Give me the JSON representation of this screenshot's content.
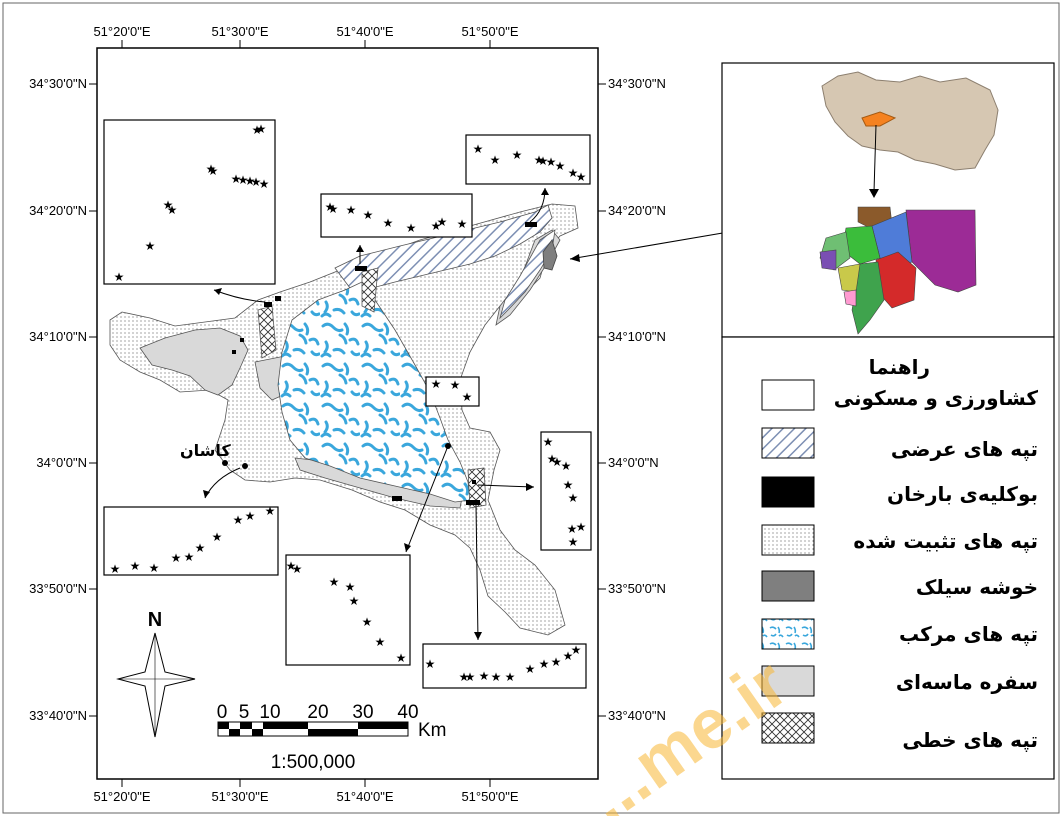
{
  "map": {
    "scale": "1:500,000",
    "scale_unit": "Km",
    "scale_ticks": [
      "0",
      "5",
      "10",
      "20",
      "30",
      "40"
    ],
    "north": "N",
    "city_label": "کاشان",
    "lon_ticks": [
      "51°20'0\"E",
      "51°30'0\"E",
      "51°40'0\"E",
      "51°50'0\"E"
    ],
    "lat_ticks": [
      "34°30'0\"N",
      "34°20'0\"N",
      "34°10'0\"N",
      "34°0'0\"N",
      "33°50'0\"N",
      "33°40'0\"N"
    ]
  },
  "legend": {
    "title": "راهنما",
    "items": [
      {
        "label": "کشاورزی و مسکونی",
        "pattern": "empty"
      },
      {
        "label": "تپه های عرضی",
        "pattern": "hatch"
      },
      {
        "label": "بوکلیه‌ی بارخان",
        "pattern": "black"
      },
      {
        "label": "تپه های تثبیت شده",
        "pattern": "dots"
      },
      {
        "label": "خوشه سیلک",
        "pattern": "dark-gray"
      },
      {
        "label": "تپه های مرکب",
        "pattern": "blue-worms"
      },
      {
        "label": "سفره ماسه‌ای",
        "pattern": "light-gray"
      },
      {
        "label": "تپه های خطی",
        "pattern": "crosshatch"
      }
    ]
  },
  "colors": {
    "frame": "#000000",
    "accent_orange": "#f58220",
    "iran_fill": "#d6c7b2",
    "dune_blue": "#3aa7dc",
    "sand_sheet": "#d9d9d9",
    "silk_cluster": "#7f7f7f"
  },
  "watermark": "...me.ir"
}
